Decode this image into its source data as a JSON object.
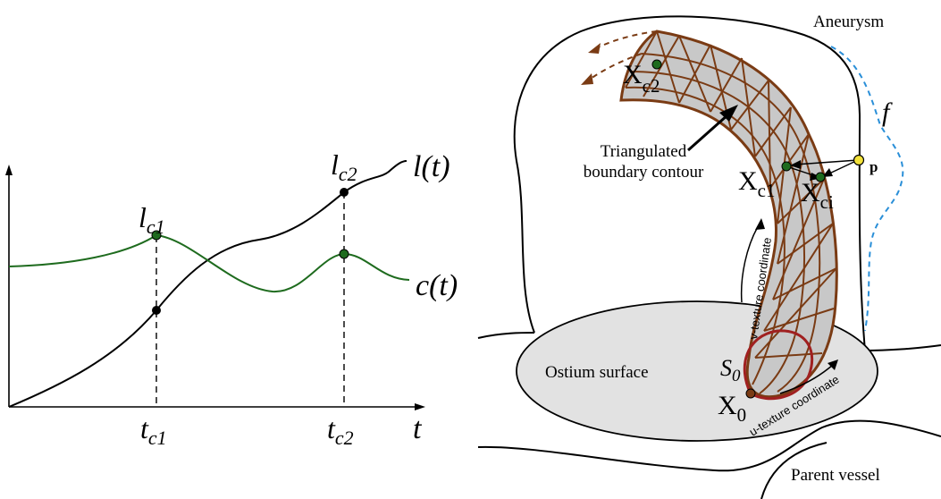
{
  "left_plot": {
    "l_curve_label": "l(t)",
    "c_curve_label": "c(t)",
    "t_axis_label": "t",
    "markers": {
      "lc1_base": "l",
      "lc1_sub": "c1",
      "lc2_base": "l",
      "lc2_sub": "c2",
      "tc1_base": "t",
      "tc1_sub": "c1",
      "tc2_base": "t",
      "tc2_sub": "c2"
    },
    "colors": {
      "l_curve": "#000000",
      "c_curve": "#1e6b1e"
    }
  },
  "right_diagram": {
    "aneurysm_label": "Aneurysm",
    "f_label": "f",
    "p_label": "p",
    "triangulated_label_line1": "Triangulated",
    "triangulated_label_line2": "boundary contour",
    "xc2_base": "X",
    "xc2_sub": "c2",
    "xc1_base": "X",
    "xc1_sub": "c1",
    "xci_base": "X",
    "xci_sub": "ci",
    "x0_base": "X",
    "x0_sub": "0",
    "s0_base": "S",
    "s0_sub": "0",
    "ostium_label": "Ostium surface",
    "parent_vessel_label": "Parent vessel",
    "v_texture_label": "v-texture coordinate",
    "u_texture_label": "u-texture coordinate",
    "colors": {
      "tube_fill": "#c8c8c8",
      "tube_mesh": "#7a3b14",
      "ostium_fill": "#e2e2e2",
      "s0_ring": "#a02020",
      "f_curve": "#2a8fd8",
      "p_point": "#f3e23a",
      "green_point": "#1e6b1e"
    }
  }
}
